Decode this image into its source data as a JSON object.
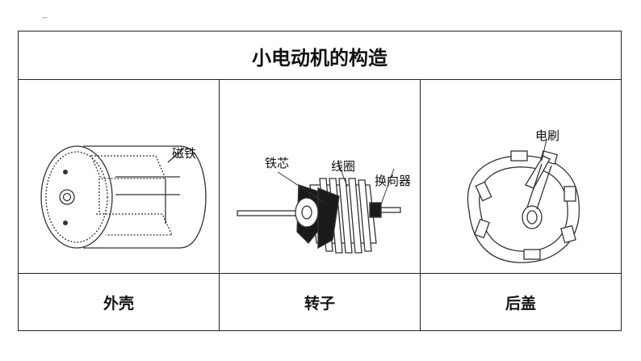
{
  "title": "小电动机的构造",
  "panels": [
    {
      "caption": "外壳",
      "labels": [
        "磁铁"
      ]
    },
    {
      "caption": "转子",
      "labels": [
        "铁芯",
        "线圈",
        "换向器"
      ]
    },
    {
      "caption": "后盖",
      "labels": [
        "电刷"
      ]
    }
  ],
  "colors": {
    "line": "#222222",
    "core": "#1a1a1a"
  }
}
